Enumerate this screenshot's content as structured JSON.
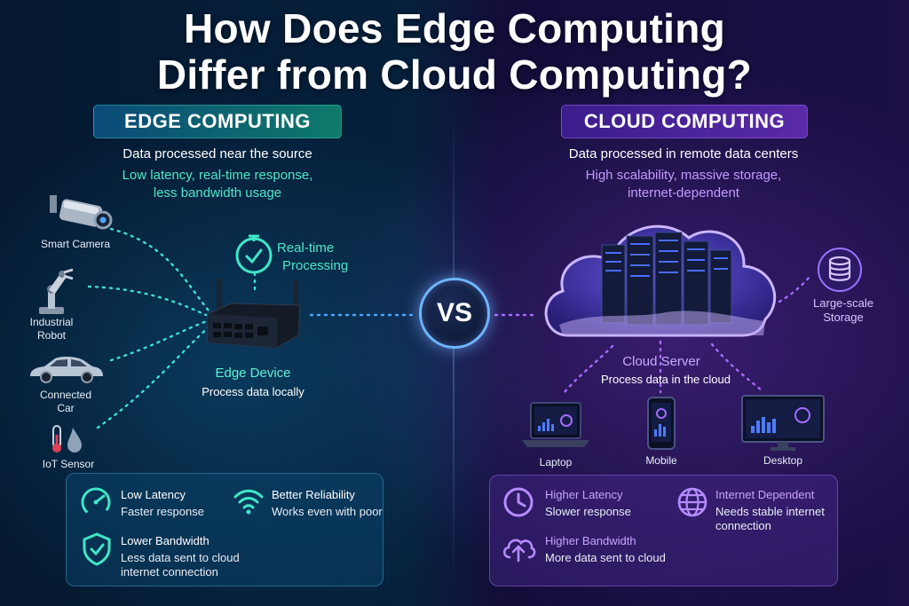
{
  "title": {
    "line1": "How Does Edge Computing",
    "line2": "Differ from Cloud Computing?"
  },
  "vs_label": "VS",
  "edge": {
    "heading": "EDGE COMPUTING",
    "subtitle": "Data processed near the source",
    "tagline_line1": "Low latency, real-time response,",
    "tagline_line2": "less bandwidth usage",
    "devices": [
      {
        "label_line1": "Smart Camera",
        "label_line2": "",
        "icon": "camera-icon"
      },
      {
        "label_line1": "Industrial",
        "label_line2": "Robot",
        "icon": "robot-arm-icon"
      },
      {
        "label_line1": "Connected",
        "label_line2": "Car",
        "icon": "car-icon"
      },
      {
        "label_line1": "IoT Sensor",
        "label_line2": "",
        "icon": "sensor-icon"
      }
    ],
    "processing_line1": "Real-time",
    "processing_line2": "Processing",
    "device_name": "Edge Device",
    "device_desc": "Process data locally",
    "features": [
      {
        "title": "Low Latency",
        "desc_line1": "Faster response",
        "desc_line2": "",
        "icon": "speedometer-icon"
      },
      {
        "title": "Better Reliability",
        "desc_line1": "Works even with poor",
        "desc_line2": "",
        "icon": "wifi-icon"
      },
      {
        "title": "Lower Bandwidth",
        "desc_line1": "Less data sent to cloud",
        "desc_line2": "internet connection",
        "icon": "shield-check-icon"
      }
    ]
  },
  "cloud": {
    "heading": "CLOUD COMPUTING",
    "subtitle": "Data processed in remote data centers",
    "tagline_line1": "High scalability, massive storage,",
    "tagline_line2": "internet-dependent",
    "storage_line1": "Large-scale",
    "storage_line2": "Storage",
    "server_name": "Cloud Server",
    "server_desc": "Process data in the cloud",
    "devices": [
      {
        "label": "Laptop",
        "icon": "laptop-icon"
      },
      {
        "label": "Mobile",
        "icon": "mobile-icon"
      },
      {
        "label": "Desktop",
        "icon": "desktop-icon"
      }
    ],
    "features": [
      {
        "title": "Higher Latency",
        "desc_line1": "Slower response",
        "desc_line2": "",
        "icon": "clock-icon"
      },
      {
        "title": "Internet Dependent",
        "desc_line1": "Needs stable internet",
        "desc_line2": "connection",
        "icon": "globe-icon"
      },
      {
        "title": "Higher Bandwidth",
        "desc_line1": "More data sent to cloud",
        "desc_line2": "",
        "icon": "cloud-upload-icon"
      }
    ]
  },
  "colors": {
    "teal_accent": "#4ee6c8",
    "purple_accent": "#c39bff",
    "vs_ring": "#6fb6ff"
  }
}
